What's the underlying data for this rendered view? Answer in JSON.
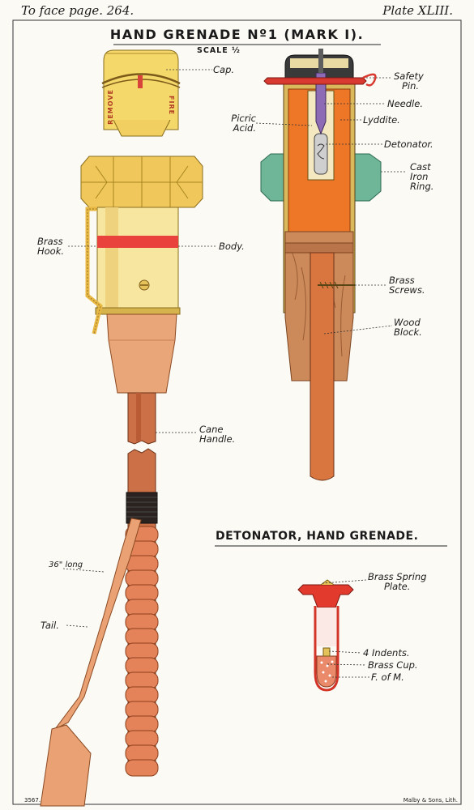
{
  "header": {
    "left": "To face page. 264.",
    "right": "Plate XLIII."
  },
  "title": "HAND GRENADE Nº1 (MARK I).",
  "scale": "SCALE ½",
  "subtitle": "DETONATOR, HAND GRENADE.",
  "cap_lettering": {
    "left": "REMOVE",
    "right": "FIRE"
  },
  "labels": {
    "cap": "Cap.",
    "brass_hook": [
      "Brass",
      "Hook."
    ],
    "body": "Body.",
    "cane_handle": [
      "Cane",
      "Handle."
    ],
    "length": "36\" long",
    "tail": "Tail.",
    "safety_pin": [
      "Safety",
      "Pin."
    ],
    "needle": "Needle.",
    "picric_acid": [
      "Picric",
      "Acid."
    ],
    "lyddite": "Lyddite.",
    "detonator": "Detonator.",
    "cast_iron_ring": [
      "Cast",
      "Iron",
      "Ring."
    ],
    "brass_screws": [
      "Brass",
      "Screws."
    ],
    "wood_block": [
      "Wood",
      "Block."
    ],
    "brass_spring_plate": [
      "Brass Spring",
      "Plate."
    ],
    "four_indents": "4 Indents.",
    "brass_cup": "Brass Cup.",
    "fulminate": "F. of M."
  },
  "footer": {
    "number": "3567.",
    "printer": "Malby & Sons, Lith."
  }
}
